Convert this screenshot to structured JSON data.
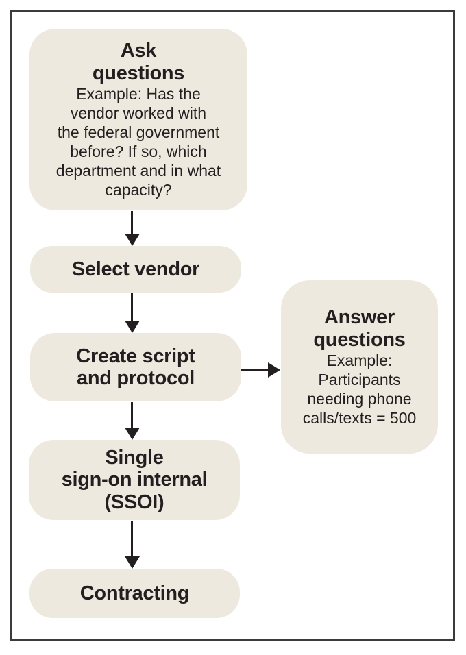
{
  "colors": {
    "background": "#FFFFFF",
    "box_fill": "#EDE9DE",
    "text": "#231F20",
    "arrow": "#231F20",
    "frame_border": "#3B3B3B"
  },
  "flowchart": {
    "ask": {
      "title": "Ask\nquestions",
      "body": "Example: Has the\nvendor worked with\nthe federal government\nbefore? If so, which\ndepartment and in what\ncapacity?"
    },
    "select": {
      "title": "Select vendor"
    },
    "create": {
      "title": "Create script\nand protocol"
    },
    "answer": {
      "title": "Answer\nquestions",
      "body": "Example:\nParticipants\nneeding phone\ncalls/texts = 500"
    },
    "ssoi": {
      "title": "Single\nsign-on internal\n(SSOI)"
    },
    "contracting": {
      "title": "Contracting"
    }
  }
}
